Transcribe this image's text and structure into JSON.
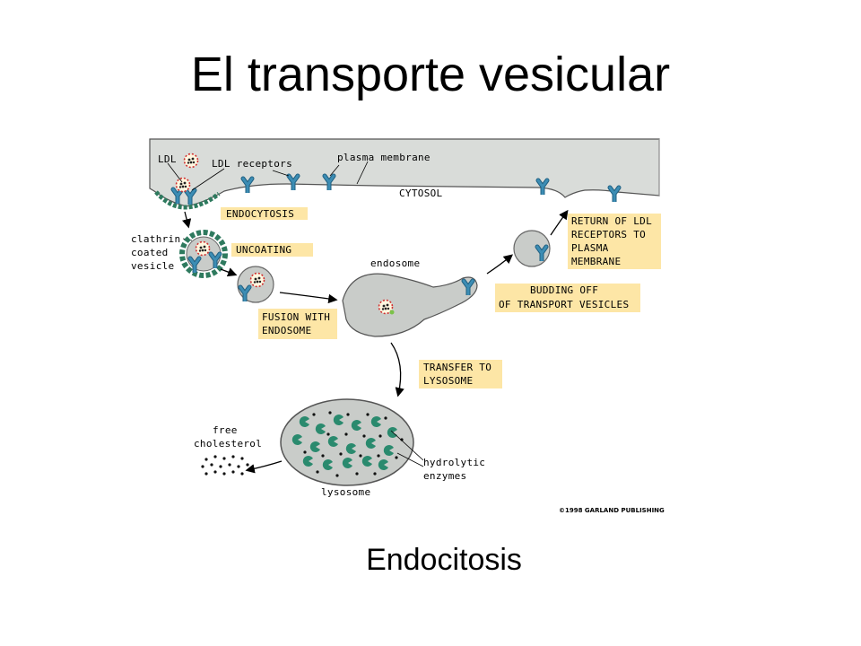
{
  "title": "El transporte vesicular",
  "caption": "Endocitosis",
  "colors": {
    "cytosol_gray": "#d9dcd9",
    "organelle_gray": "#c9ccc9",
    "label_box": "#fde6a6",
    "receptor_blue": "#3c8db4",
    "clathrin_green": "#2e7a5e",
    "enzyme_green": "#2a8a6e"
  },
  "diagram": {
    "labels": {
      "ldl": "LDL",
      "ldl_receptors": "LDL receptors",
      "plasma_membrane": "plasma membrane",
      "cytosol": "CYTOSOL",
      "clathrin_line1": "clathrin",
      "clathrin_line2": "coated",
      "clathrin_line3": "vesicle",
      "endosome": "endosome",
      "free_line1": "free",
      "free_line2": "cholesterol",
      "hydrolytic_line1": "hydrolytic",
      "hydrolytic_line2": "enzymes",
      "lysosome": "lysosome",
      "copyright": "©1998 GARLAND PUBLISHING"
    },
    "steps": {
      "endocytosis": "ENDOCYTOSIS",
      "uncoating": "UNCOATING",
      "fusion_1": "FUSION WITH",
      "fusion_2": "ENDOSOME",
      "transfer_1": "TRANSFER TO",
      "transfer_2": "LYSOSOME",
      "budding_1": "BUDDING OFF",
      "budding_2": "OF TRANSPORT VESICLES",
      "return_1": "RETURN OF LDL",
      "return_2": "RECEPTORS TO",
      "return_3": "PLASMA",
      "return_4": "MEMBRANE"
    }
  }
}
